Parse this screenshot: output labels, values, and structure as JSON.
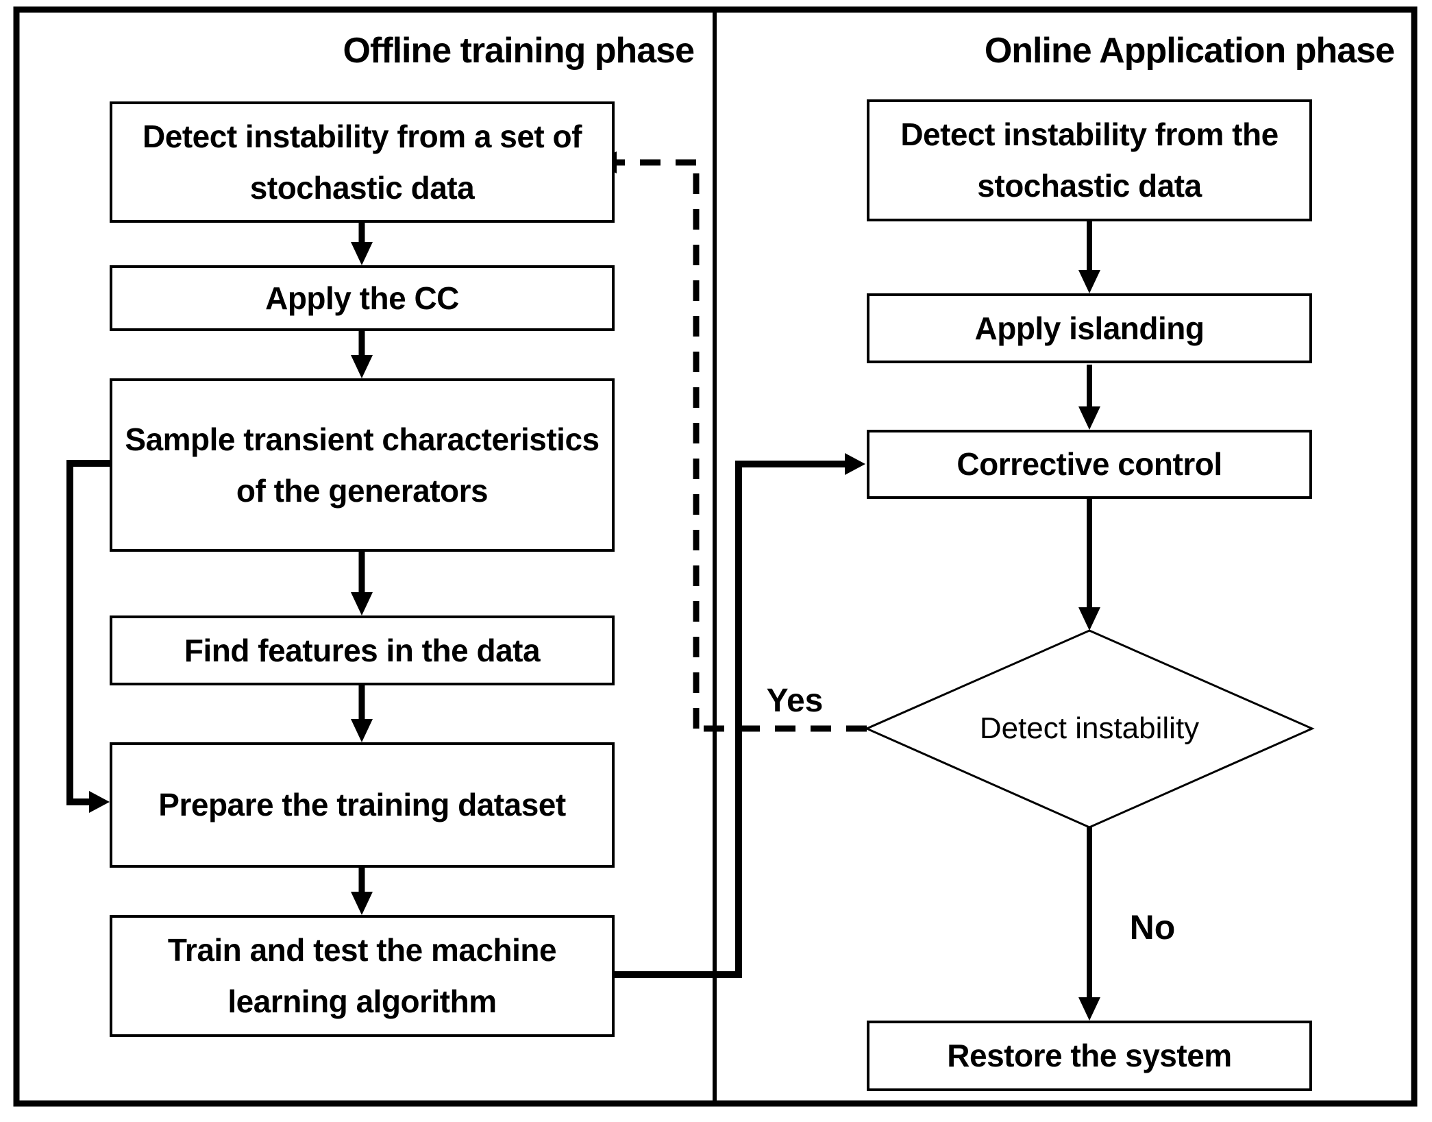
{
  "colors": {
    "ink": "#000000",
    "background": "#ffffff"
  },
  "offline": {
    "title": "Offline training phase",
    "steps": {
      "detect": "Detect instability from a set of stochastic data",
      "apply_cc": "Apply the CC",
      "sample": "Sample transient characteristics of the generators",
      "find_features": "Find features in the data",
      "prepare": "Prepare the training dataset",
      "train_test": "Train and test the machine learning algorithm"
    }
  },
  "online": {
    "title": "Online Application phase",
    "steps": {
      "detect": "Detect instability from the stochastic data",
      "islanding": "Apply islanding",
      "corrective": "Corrective control",
      "decision": "Detect instability",
      "restore": "Restore the system"
    },
    "decision_labels": {
      "yes": "Yes",
      "no": "No"
    }
  }
}
